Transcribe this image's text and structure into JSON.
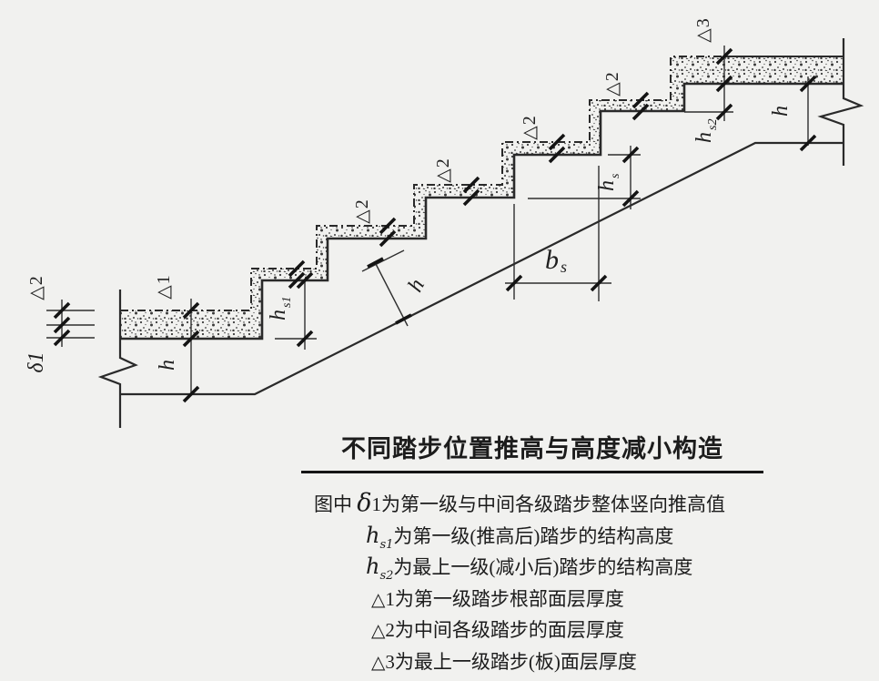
{
  "drawing": {
    "labels": {
      "delta1": "δ1",
      "tri1": "△1",
      "tri2": "△2",
      "tri3": "△3",
      "h": "h",
      "hs1": {
        "main": "h",
        "sub": "s1"
      },
      "hs2": {
        "main": "h",
        "sub": "s2"
      },
      "hs": {
        "main": "h",
        "sub": "s"
      },
      "bs": {
        "main": "b",
        "sub": "s"
      }
    }
  },
  "caption": {
    "title": "不同踏步位置推高与高度减小构造",
    "notes": [
      {
        "lead": "图中 ",
        "sym": "δ",
        "sub": "",
        "num": "1",
        "rest": "为第一级与中间各级踏步整体竖向推高值"
      },
      {
        "lead": "",
        "sym": "h",
        "sub": "s1",
        "num": "",
        "rest": "为第一级(推高后)踏步的结构高度"
      },
      {
        "lead": "",
        "sym": "h",
        "sub": "s2",
        "num": "",
        "rest": "为最上一级(减小后)踏步的结构高度"
      },
      {
        "lead": "",
        "sym": "△",
        "sub": "",
        "num": "1",
        "rest": "为第一级踏步根部面层厚度"
      },
      {
        "lead": "",
        "sym": "△",
        "sub": "",
        "num": "2",
        "rest": "为中间各级踏步的面层厚度"
      },
      {
        "lead": "",
        "sym": "△",
        "sub": "",
        "num": "3",
        "rest": "为最上一级踏步(板)面层厚度"
      }
    ]
  },
  "colors": {
    "background": "#f1f1ef",
    "line": "#2a2a2a",
    "text": "#1c1c1c"
  }
}
